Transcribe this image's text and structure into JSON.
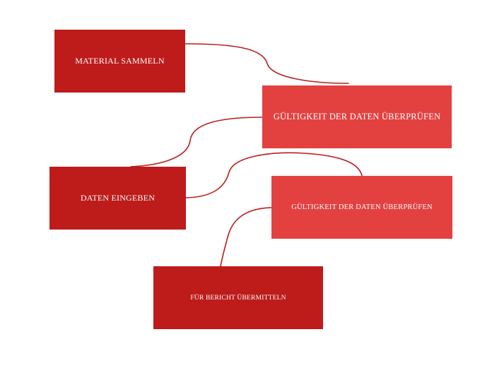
{
  "colors": {
    "dark_box": "#bd1c1a",
    "light_box": "#e34140",
    "connector": "#b91e1c",
    "text": "#ffffff"
  },
  "steps": [
    {
      "id": "box-1",
      "label": "MATERIAL SAMMELN",
      "shade": "dark"
    },
    {
      "id": "box-2",
      "label": "GÜLTIGKEIT DER DATEN ÜBERPRÜFEN",
      "shade": "light"
    },
    {
      "id": "box-3",
      "label": "DATEN EINGEBEN",
      "shade": "dark"
    },
    {
      "id": "box-4",
      "label": "GÜLTIGKEIT DER DATEN ÜBERPRÜFEN",
      "shade": "light"
    },
    {
      "id": "box-5",
      "label": "FÜR BERICHT ÜBERMITTELN",
      "shade": "dark"
    }
  ],
  "connections": [
    {
      "from": "box-1",
      "to": "box-2"
    },
    {
      "from": "box-2",
      "to": "box-3"
    },
    {
      "from": "box-3",
      "to": "box-4"
    },
    {
      "from": "box-4",
      "to": "box-5"
    }
  ]
}
